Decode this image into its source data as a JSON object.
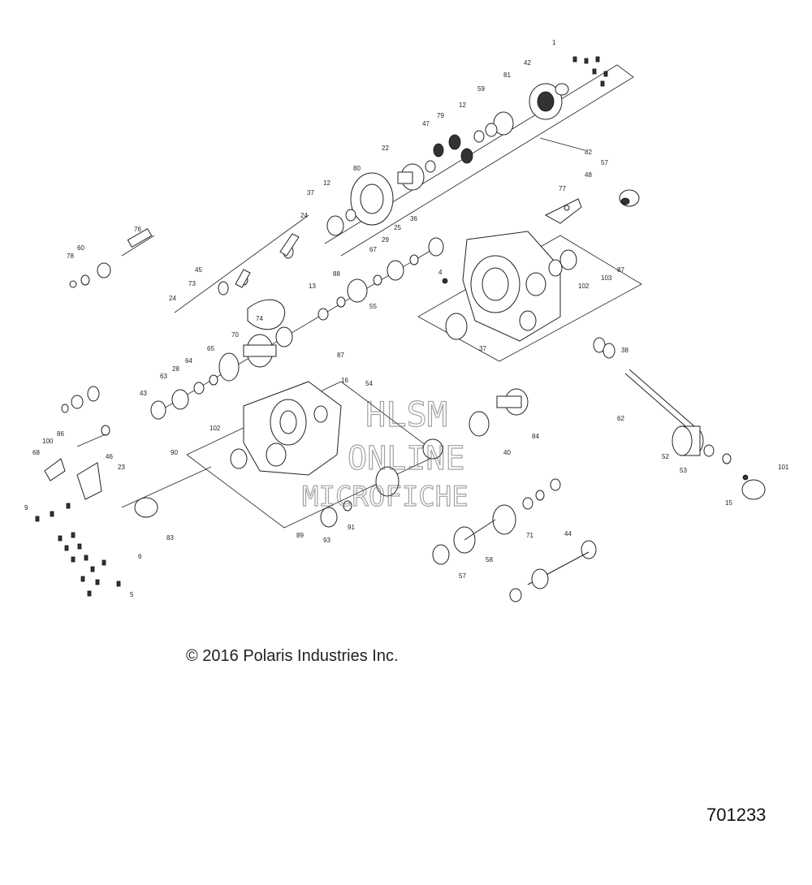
{
  "watermark": {
    "line1": "HLSM",
    "line2": "ONLINE",
    "line3": "MICROFICHE"
  },
  "copyright": "© 2016 Polaris Industries Inc.",
  "figure_number": "701233",
  "callouts": {
    "c1": "1",
    "c2": "42",
    "c3": "81",
    "c4": "59",
    "c5": "82",
    "c6": "47",
    "c7": "79",
    "c8": "12",
    "c9": "80",
    "c10": "37",
    "c11": "22",
    "c12": "12",
    "c13": "24",
    "c14": "76",
    "c15": "60",
    "c16": "78",
    "c17": "45",
    "c18": "73",
    "c19": "24",
    "c20": "88",
    "c21": "13",
    "c22": "29",
    "c23": "25",
    "c24": "36",
    "c25": "67",
    "c26": "74",
    "c27": "70",
    "c28": "65",
    "c29": "63",
    "c30": "43",
    "c31": "28",
    "c32": "64",
    "c33": "87",
    "c34": "55",
    "c35": "4",
    "c36": "37",
    "c37": "54",
    "c38": "16",
    "c39": "102",
    "c40": "89",
    "c41": "84",
    "c42": "40",
    "c43": "62",
    "c44": "38",
    "c45": "53",
    "c46": "52",
    "c47": "101",
    "c48": "15",
    "c49": "71",
    "c50": "44",
    "c51": "58",
    "c52": "57",
    "c53": "48",
    "c54": "57",
    "c55": "77",
    "c56": "87",
    "c57": "103",
    "c58": "102",
    "c59": "93",
    "c60": "91",
    "c61": "68",
    "c62": "9",
    "c63": "5",
    "c64": "6",
    "c65": "83",
    "c66": "100",
    "c67": "23",
    "c68": "86",
    "c69": "46",
    "c70": "90"
  }
}
